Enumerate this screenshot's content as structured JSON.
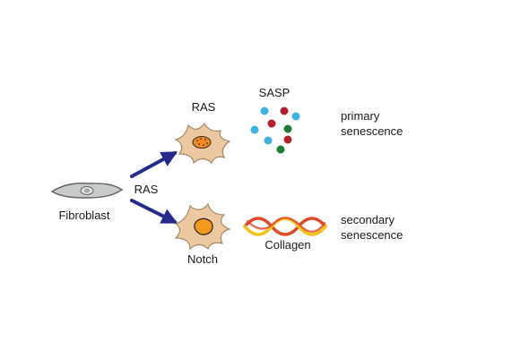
{
  "labels": {
    "fibroblast": "Fibroblast",
    "arrow_ras": "RAS",
    "top_cell": "RAS",
    "bottom_cell": "Notch",
    "sasp": "SASP",
    "collagen": "Collagen",
    "primary_line1": "primary",
    "primary_line2": "senescence",
    "secondary_line1": "secondary",
    "secondary_line2": "senescence"
  },
  "colors": {
    "arrow": "#262a8c",
    "fibroblast_fill": "#c9cbcb",
    "fibroblast_stroke": "#5f6262",
    "senescent_cell_fill": "#ecc8a0",
    "senescent_cell_stroke": "#a48866",
    "ras_nucleus": "#f08a1c",
    "notch_nucleus": "#f39a1e",
    "sasp_blue": "#3fb2e3",
    "sasp_red": "#b3202a",
    "sasp_green": "#1f7a3a",
    "collagen_red": "#e0482a",
    "collagen_yellow": "#f2c21a"
  },
  "icons": [
    "fibroblast-cell-icon",
    "ras-senescent-cell-icon",
    "notch-senescent-cell-icon",
    "sasp-particles-icon",
    "collagen-fiber-icon"
  ]
}
